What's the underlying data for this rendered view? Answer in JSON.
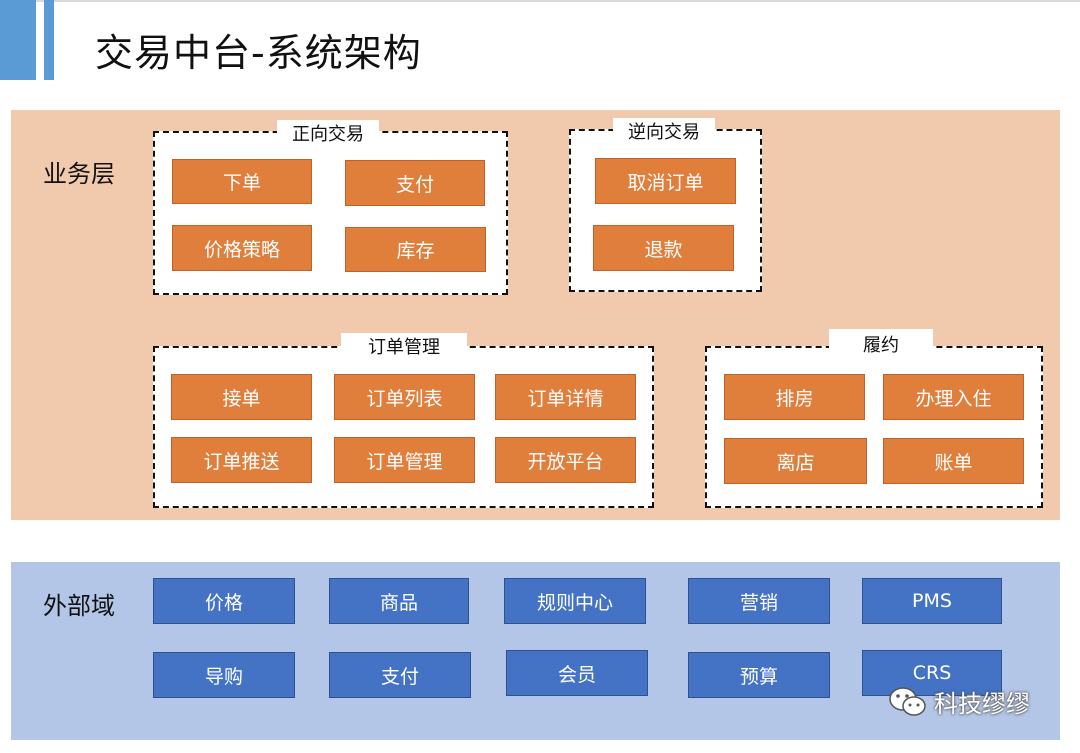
{
  "title": "交易中台-系统架构",
  "colors": {
    "accent": "#5b9bd5",
    "biz_bg": "#f1caad",
    "ext_bg": "#b4c6e7",
    "orange": "#e07e3c",
    "blue": "#4472c4"
  },
  "business_layer": {
    "label": "业务层",
    "groups": {
      "forward": {
        "title": "正向交易",
        "items": [
          "下单",
          "支付",
          "价格策略",
          "库存"
        ]
      },
      "reverse": {
        "title": "逆向交易",
        "items": [
          "取消订单",
          "退款"
        ]
      },
      "order_mgmt": {
        "title": "订单管理",
        "items": [
          "接单",
          "订单列表",
          "订单详情",
          "订单推送",
          "订单管理",
          "开放平台"
        ]
      },
      "fulfillment": {
        "title": "履约",
        "items": [
          "排房",
          "办理入住",
          "离店",
          "账单"
        ]
      }
    }
  },
  "external_layer": {
    "label": "外部域",
    "items": [
      "价格",
      "商品",
      "规则中心",
      "营销",
      "PMS",
      "导购",
      "支付",
      "会员",
      "预算",
      "CRS"
    ]
  },
  "watermark": {
    "icon": "wechat-icon",
    "text": "科技缪缪"
  }
}
